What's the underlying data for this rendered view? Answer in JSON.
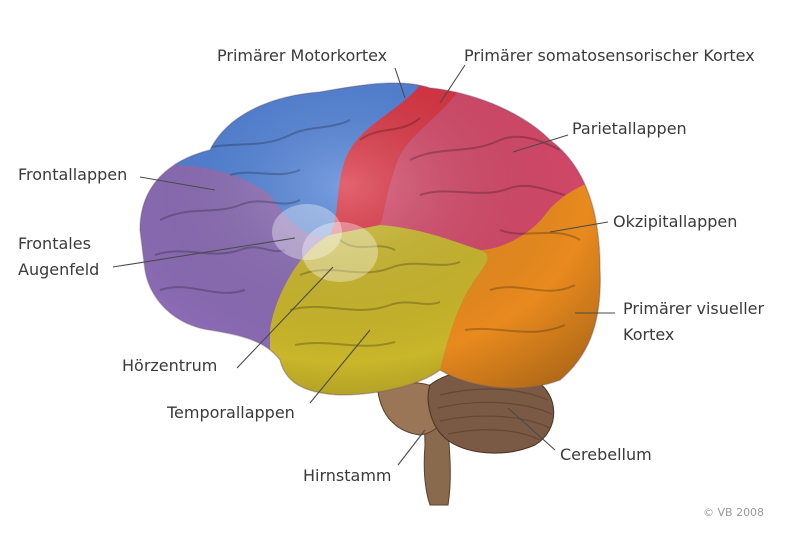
{
  "labels": {
    "primary_motor_cortex": "Primärer Motorkortex",
    "primary_somatosensory_cortex": "Primärer somatosensorischer Kortex",
    "parietal_lobe": "Parietallappen",
    "frontal_lobe": "Frontallappen",
    "frontal_eye_field_line1": "Frontales",
    "frontal_eye_field_line2": "Augenfeld",
    "occipital_lobe": "Okzipitallappen",
    "primary_visual_cortex_line1": "Primärer visueller",
    "primary_visual_cortex_line2": "Kortex",
    "auditory_center": "Hörzentrum",
    "temporal_lobe": "Temporallappen",
    "cerebellum": "Cerebellum",
    "brainstem": "Hirnstamm"
  },
  "copyright": "© VB 2008",
  "colors": {
    "frontal_lobe": "#8a6bb4",
    "motor_cortex": "#4d7fd6",
    "somatosensory_cortex": "#d9303f",
    "parietal_lobe": "#d34868",
    "occipital_lobe": "#e88a1e",
    "temporal_lobe": "#c9b62a",
    "cerebellum": "#7a5a44",
    "brainstem": "#8a6a4c"
  }
}
